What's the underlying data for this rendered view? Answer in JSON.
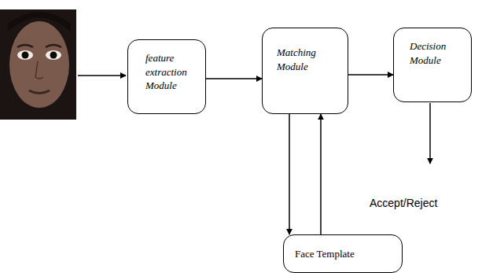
{
  "diagram": {
    "nodes": [
      {
        "text": [
          "feature extraction Module"
        ]
      },
      {
        "text": [
          "Matching Module"
        ]
      },
      {
        "text": [
          "Decision Module"
        ]
      },
      {
        "text": [
          "Face Template"
        ]
      }
    ],
    "edges": [
      {
        "from": 0,
        "to": 1,
        "arrow": "to"
      },
      {
        "from": 1,
        "to": 2,
        "arrow": "to"
      },
      {
        "from": 1,
        "to": 3,
        "arrow": "to"
      },
      {
        "from": 3,
        "to": 1,
        "arrow": "to"
      }
    ],
    "labels": [
      "Accept/Reject"
    ]
  }
}
